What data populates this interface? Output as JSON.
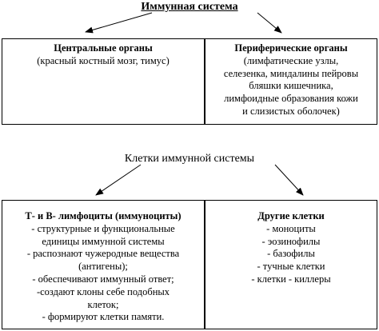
{
  "title": "Иммунная система",
  "central": {
    "title": "Центральные органы",
    "lines": [
      "(красный костный мозг, тимус)"
    ]
  },
  "peripheral": {
    "title": "Периферические органы",
    "lines": [
      "(лимфатические узлы,",
      "селезенка, миндалины пейровы",
      "бляшки кишечника,",
      "лимфоидные образования кожи",
      "и слизистых оболочек)"
    ]
  },
  "cells_title": "Клетки иммунной системы",
  "lymphocytes": {
    "title": "Т- и В- лимфоциты (иммуноциты)",
    "lines": [
      "- структурные и функциональные",
      "единицы иммунной системы",
      "- распознают чужеродные вещества",
      "(антигены);",
      "- обеспечивают иммунный ответ;",
      "-создают клоны себе подобных",
      "клеток;",
      "- формируют клетки памяти."
    ]
  },
  "other_cells": {
    "title": "Другие клетки",
    "lines": [
      "- моноциты",
      "- эозинофилы",
      "- базофилы",
      "- тучные клетки",
      "- клетки - киллеры"
    ]
  }
}
